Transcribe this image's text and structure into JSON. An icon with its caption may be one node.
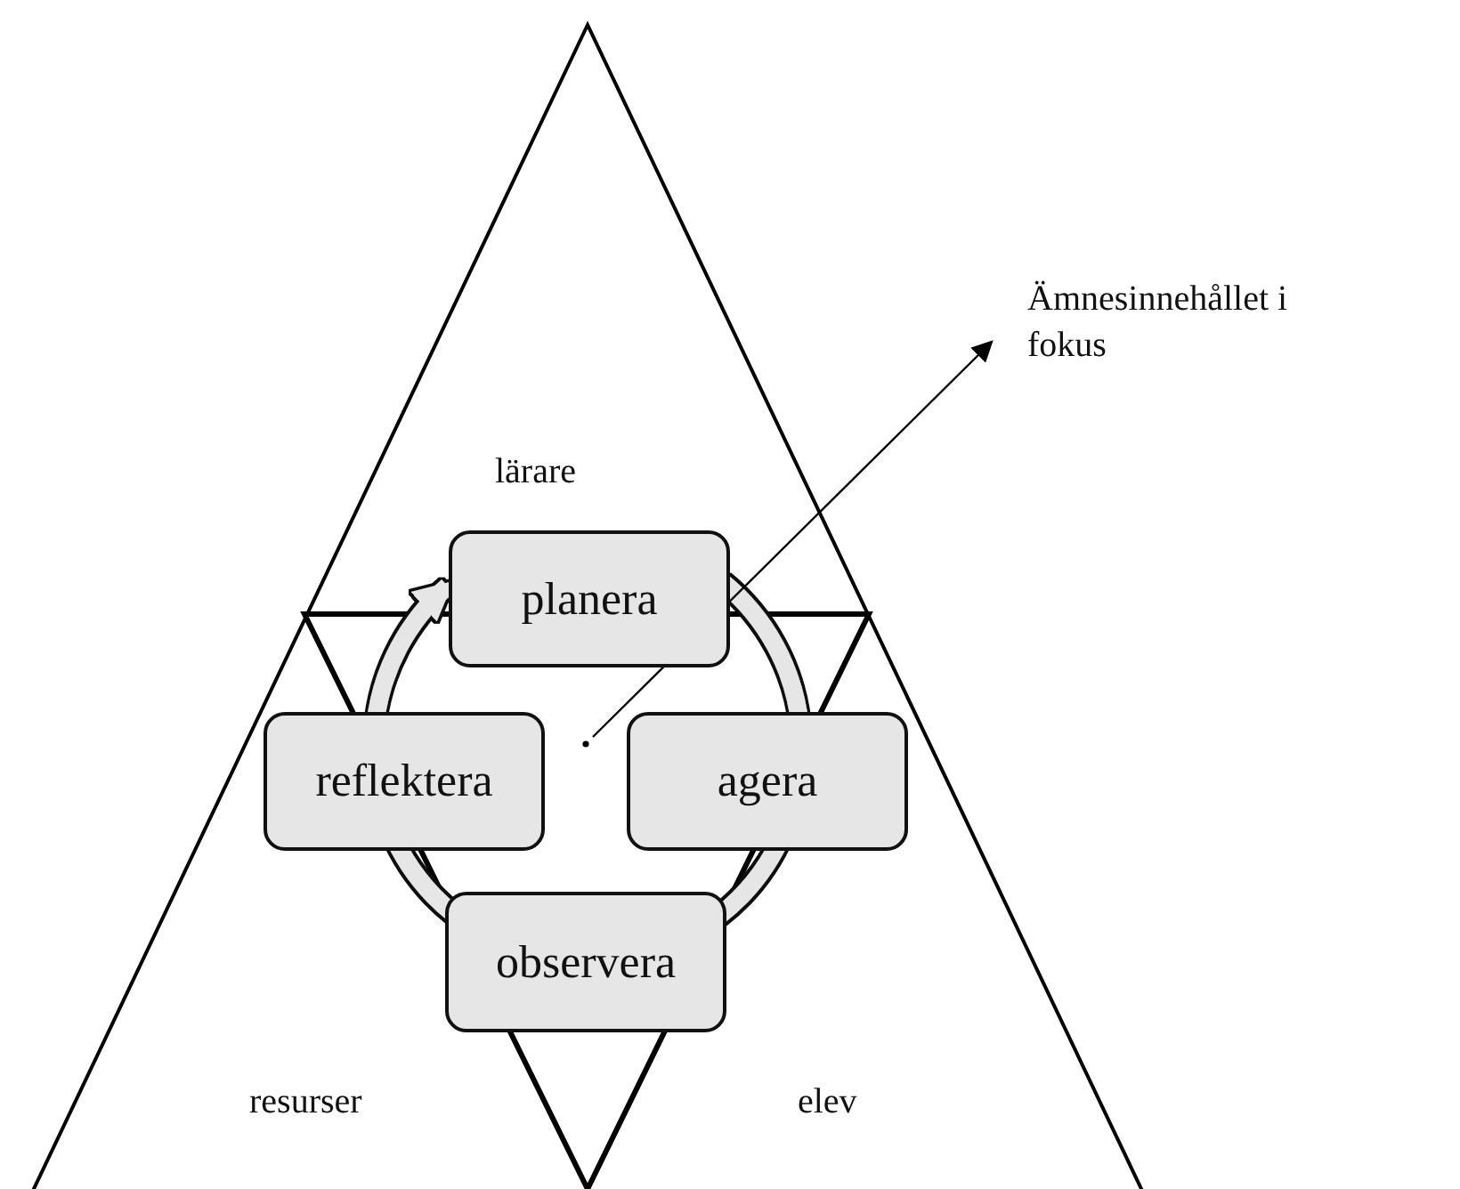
{
  "diagram": {
    "nodes": [
      {
        "text": [
          "planera"
        ]
      },
      {
        "text": [
          "agera"
        ]
      },
      {
        "text": [
          "observera"
        ]
      },
      {
        "text": [
          "reflektera"
        ]
      },
      {
        "text": [
          "Ämnesinnehållet i fokus"
        ]
      }
    ],
    "edges": [
      {
        "from": 0,
        "to": 1,
        "arrow": "none"
      },
      {
        "from": 1,
        "to": 2,
        "arrow": "none"
      },
      {
        "from": 2,
        "to": 3,
        "arrow": "none"
      },
      {
        "from": 3,
        "to": 0,
        "arrow": "to"
      },
      {
        "from": null,
        "to": 4,
        "arrow": "to",
        "color": "#000000"
      }
    ],
    "labels": [
      "lärare",
      "resurser",
      "elev"
    ]
  }
}
